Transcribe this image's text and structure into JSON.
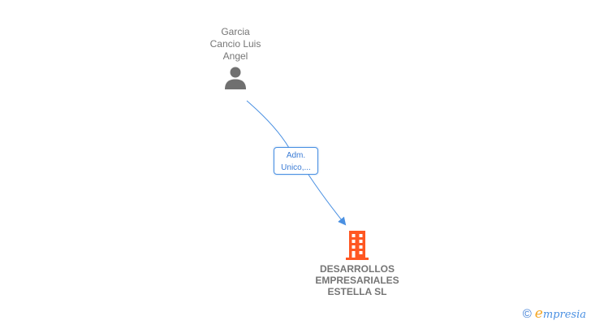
{
  "diagram": {
    "type": "corporate-relationship-graph",
    "nodes": {
      "person": {
        "name_lines": [
          "Garcia",
          "Cancio Luis",
          "Angel"
        ],
        "icon": "person-icon",
        "icon_color": "#707070"
      },
      "company": {
        "name_lines": [
          "DESARROLLOS",
          "EMPRESARIALES",
          "ESTELLA SL"
        ],
        "icon": "building-icon",
        "icon_color": "#ff5722"
      }
    },
    "edges": [
      {
        "from": "person",
        "to": "company",
        "label_lines": [
          "Adm.",
          "Unico,..."
        ],
        "color": "#4a90e2"
      }
    ]
  },
  "footer": {
    "copyright_symbol": "©",
    "brand_initial": "e",
    "brand_rest": "mpresia"
  }
}
